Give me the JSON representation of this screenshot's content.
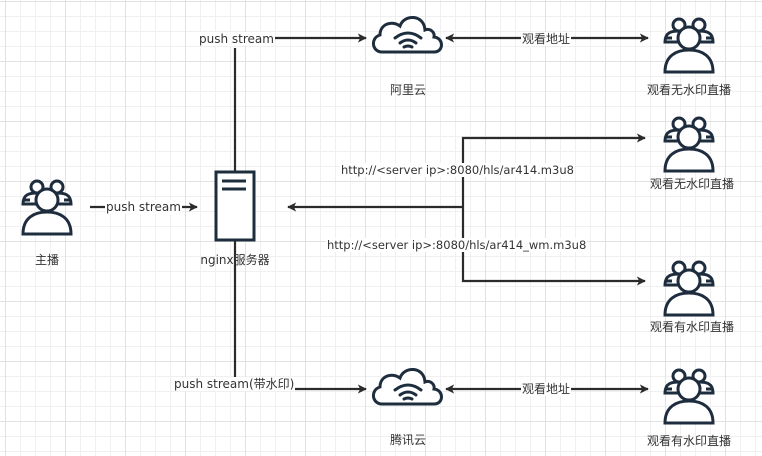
{
  "colors": {
    "icon_stroke": "#1e2d3e",
    "edge": "#2b2b2b",
    "text": "#333333",
    "grid": "#e2e2e2"
  },
  "nodes": {
    "streamer": {
      "label": "主播",
      "icon": "users-icon"
    },
    "nginx": {
      "label": "nginx服务器",
      "icon": "server-icon"
    },
    "aliyun": {
      "label": "阿里云",
      "icon": "cloud-wifi-icon"
    },
    "tencent": {
      "label": "腾讯云",
      "icon": "cloud-wifi-icon"
    },
    "viewer_aliyun": {
      "label": "观看无水印直播",
      "icon": "users-icon"
    },
    "viewer_nowm": {
      "label": "观看无水印直播",
      "icon": "users-icon"
    },
    "viewer_wm": {
      "label": "观看有水印直播",
      "icon": "users-icon"
    },
    "viewer_tencent": {
      "label": "观看有水印直播",
      "icon": "users-icon"
    }
  },
  "edges": {
    "streamer_to_nginx": "push stream",
    "nginx_to_aliyun": "push stream",
    "nginx_to_tencent": "push stream(带水印)",
    "aliyun_viewers": "观看地址",
    "tencent_viewers": "观看地址",
    "hls_plain": "http://<server ip>:8080/hls/ar414.m3u8",
    "hls_watermark": "http://<server ip>:8080/hls/ar414_wm.m3u8"
  }
}
